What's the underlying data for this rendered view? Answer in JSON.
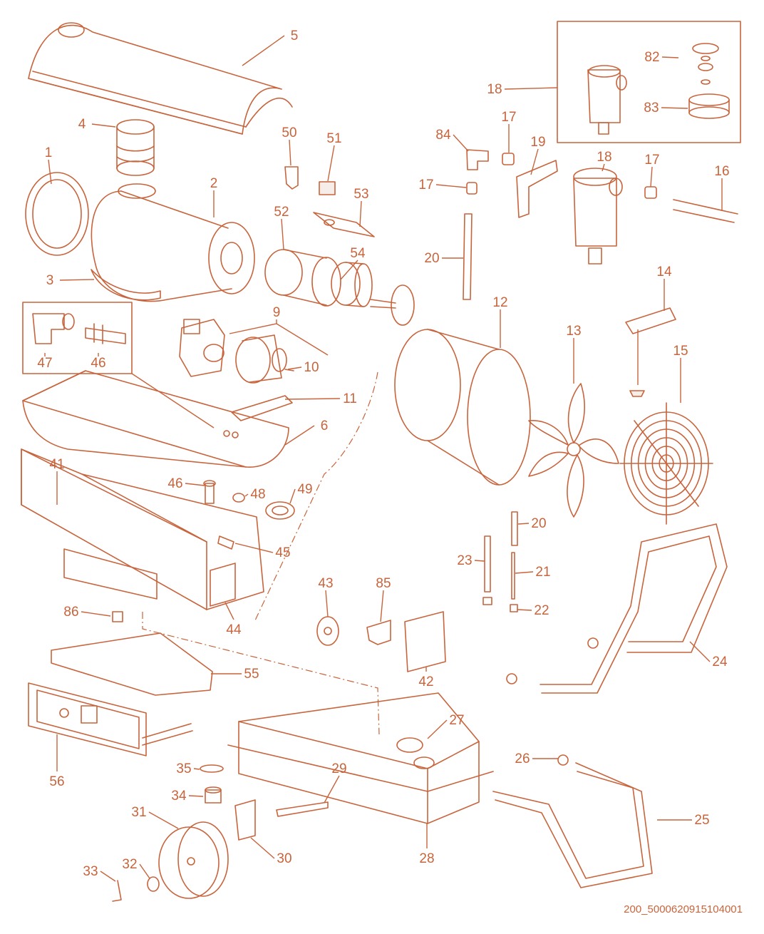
{
  "colors": {
    "accent": "#c8643c",
    "light_fill": "#f7ede8"
  },
  "document_id": "200_5000620915104001",
  "callouts": [
    "1",
    "2",
    "3",
    "4",
    "5",
    "6",
    "9",
    "10",
    "11",
    "12",
    "13",
    "14",
    "15",
    "16",
    "17",
    "17",
    "17",
    "18",
    "18",
    "19",
    "20",
    "20",
    "21",
    "22",
    "23",
    "24",
    "25",
    "26",
    "27",
    "28",
    "29",
    "30",
    "31",
    "32",
    "33",
    "34",
    "35",
    "41",
    "42",
    "43",
    "44",
    "45",
    "46",
    "46",
    "47",
    "48",
    "49",
    "50",
    "51",
    "52",
    "53",
    "54",
    "55",
    "56",
    "82",
    "83",
    "84",
    "85",
    "86"
  ]
}
